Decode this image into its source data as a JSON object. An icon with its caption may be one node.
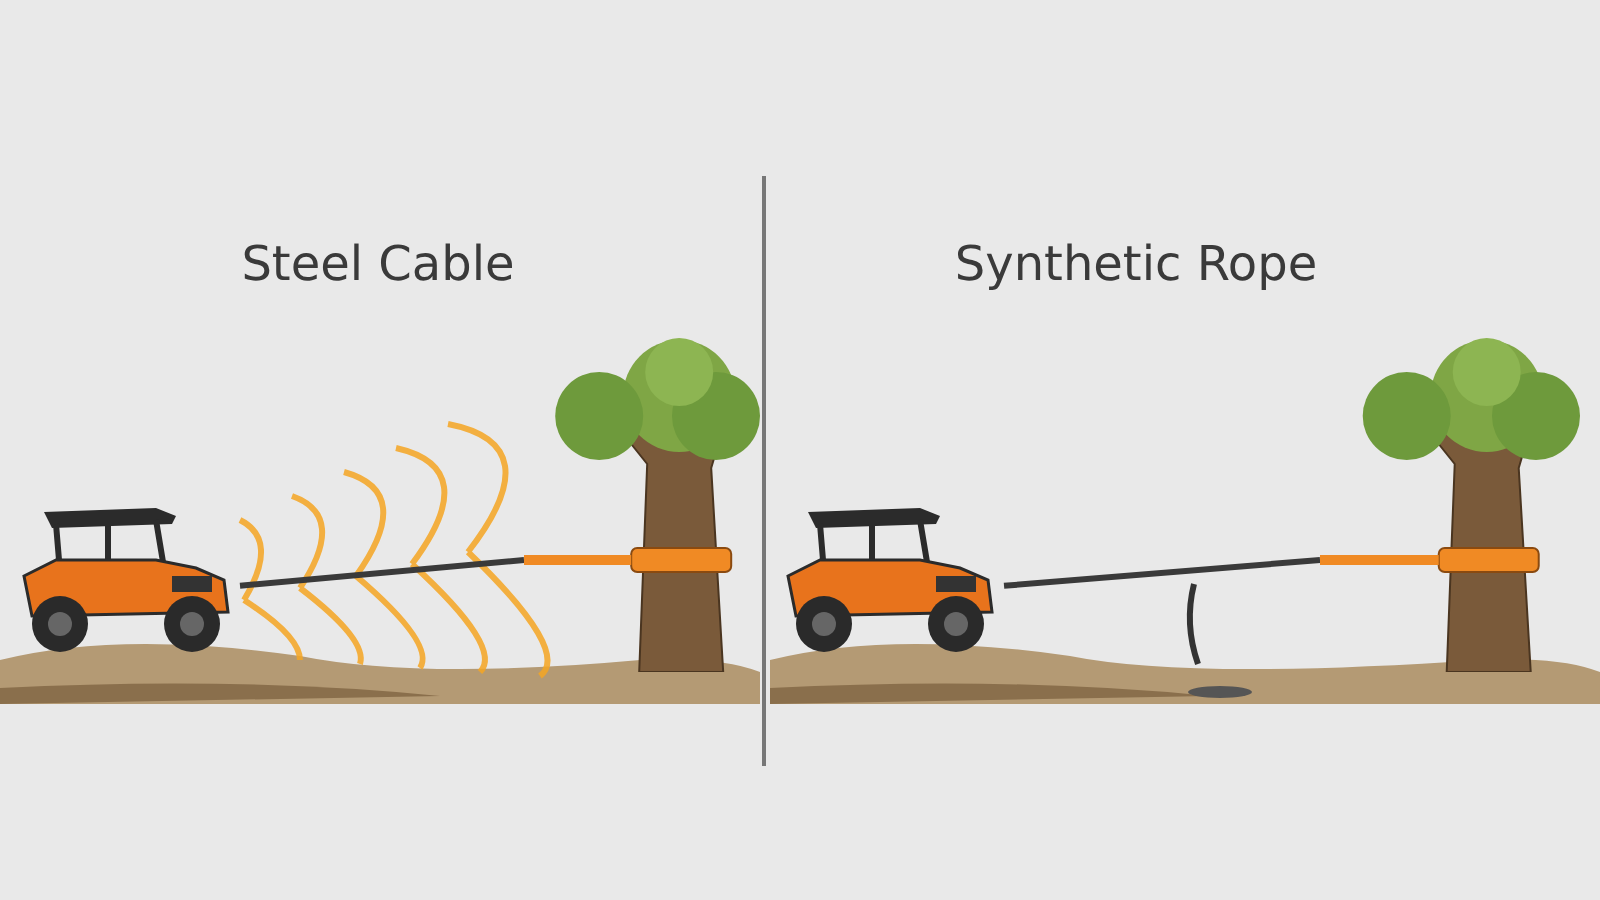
{
  "diagram": {
    "nodes": [
      {
        "text": [],
        "shape": "picture"
      },
      {
        "text": [],
        "shape": "picture"
      },
      {
        "text": [],
        "shape": "picture"
      },
      {
        "text": [],
        "shape": "picture"
      }
    ],
    "edges": [
      {
        "from": 0,
        "to": 1,
        "arrow": "none"
      },
      {
        "from": 2,
        "to": 3,
        "arrow": "none"
      }
    ],
    "labels": [
      "Steel Cable",
      "Synthetic Rope"
    ]
  }
}
